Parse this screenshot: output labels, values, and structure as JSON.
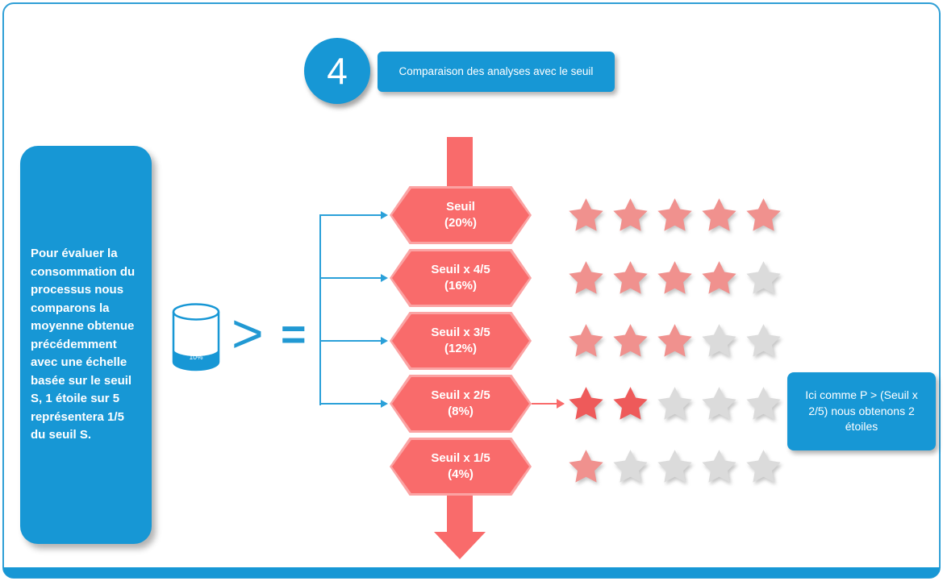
{
  "colors": {
    "blue": "#1797d5",
    "red": "#f96b6b",
    "red_light": "#fba3a3",
    "star_soft": "#f0918e",
    "star_strong": "#ee5a5a",
    "star_empty": "#dbdbdb"
  },
  "step_badge": {
    "number": "4"
  },
  "title_box": {
    "text": "Comparaison des analyses avec le seuil"
  },
  "left_panel": {
    "text": "Pour évaluer la consommation du processus nous comparons la moyenne obtenue précédemment  avec une échelle basée sur le seuil S, 1 étoile sur 5 représentera 1/5 du seuil S."
  },
  "database": {
    "level_label": "10%"
  },
  "operators": {
    "greater_than": ">",
    "equals": "="
  },
  "hexagons": [
    {
      "line1": "Seuil",
      "line2": "(20%)"
    },
    {
      "line1": "Seuil x 4/5",
      "line2": "(16%)"
    },
    {
      "line1": "Seuil x 3/5",
      "line2": "(12%)"
    },
    {
      "line1": "Seuil x 2/5",
      "line2": "(8%)"
    },
    {
      "line1": "Seuil x 1/5",
      "line2": "(4%)"
    }
  ],
  "star_rows": [
    {
      "filled": 5,
      "total": 5,
      "style": "star_soft"
    },
    {
      "filled": 4,
      "total": 5,
      "style": "star_soft"
    },
    {
      "filled": 3,
      "total": 5,
      "style": "star_soft"
    },
    {
      "filled": 2,
      "total": 5,
      "style": "star_strong"
    },
    {
      "filled": 1,
      "total": 5,
      "style": "star_soft"
    }
  ],
  "callout": {
    "text": "Ici comme P > (Seuil x 2/5) nous obtenons 2 étoiles"
  }
}
